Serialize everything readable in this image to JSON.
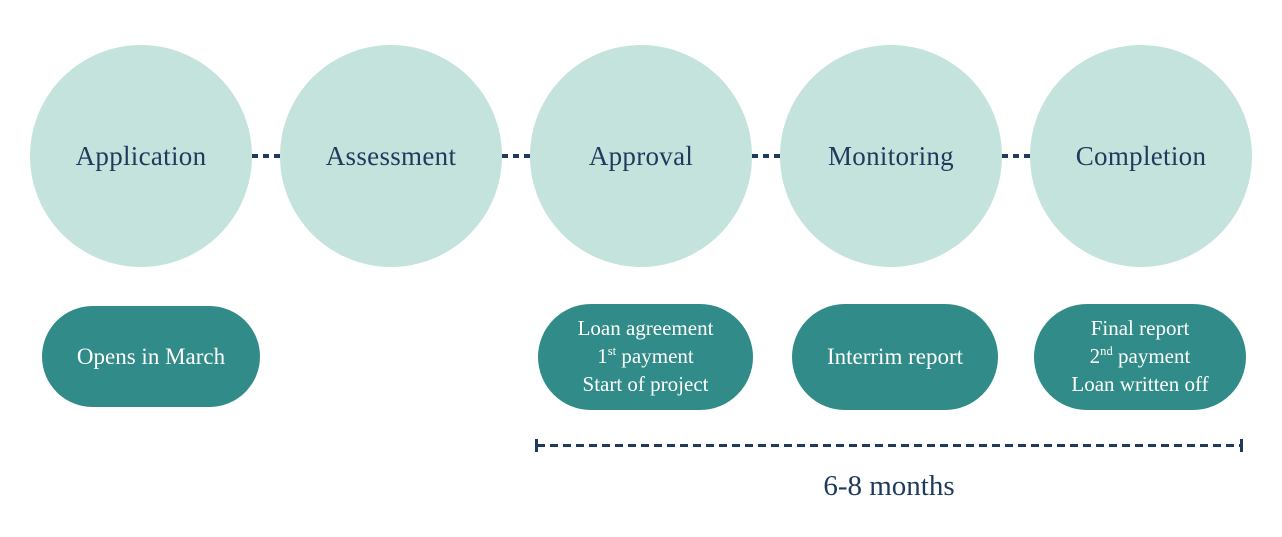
{
  "colors": {
    "background": "#ffffff",
    "circle_fill": "#c5e3dd",
    "pill_fill": "#318c89",
    "text_navy": "#1e3a5c",
    "pill_text": "#ffffff"
  },
  "stages": [
    {
      "label": "Application"
    },
    {
      "label": "Assessment"
    },
    {
      "label": "Approval"
    },
    {
      "label": "Monitoring"
    },
    {
      "label": "Completion"
    }
  ],
  "notes": {
    "application": {
      "text": "Opens in March"
    },
    "approval": {
      "line1": "Loan agreement",
      "line2_value": "1",
      "line2_ordinal": "st",
      "line2_text": "payment",
      "line3": "Start of project"
    },
    "monitoring": {
      "text": "Interrim report"
    },
    "completion": {
      "line1": "Final report",
      "line2_value": "2",
      "line2_ordinal": "nd",
      "line2_text": "payment",
      "line3": "Loan written off"
    }
  },
  "timeline": {
    "duration_label": "6-8 months"
  }
}
